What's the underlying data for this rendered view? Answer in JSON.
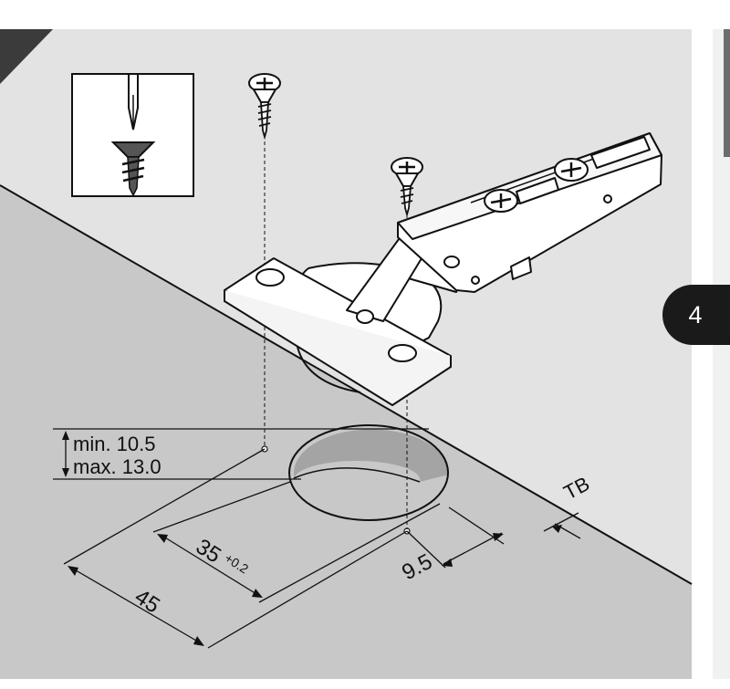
{
  "step": {
    "number": "4"
  },
  "dimensions": {
    "depth_min": "min. 10.5",
    "depth_max": "max. 13.0",
    "bore_diameter": "35",
    "bore_tolerance": "+0.2",
    "edge_distance": "9.5",
    "hole_spacing": "45",
    "door_thickness": "TB"
  },
  "icons": {
    "inset": "screwdriver-screw-icon",
    "screw": "screw-icon",
    "hinge": "hinge-icon"
  },
  "colors": {
    "panel_light": "#e3e3e3",
    "panel_dark": "#c8c8c8",
    "bore": "#a7a7a7",
    "ink": "#111111",
    "step_tab": "#1a1a1a"
  }
}
